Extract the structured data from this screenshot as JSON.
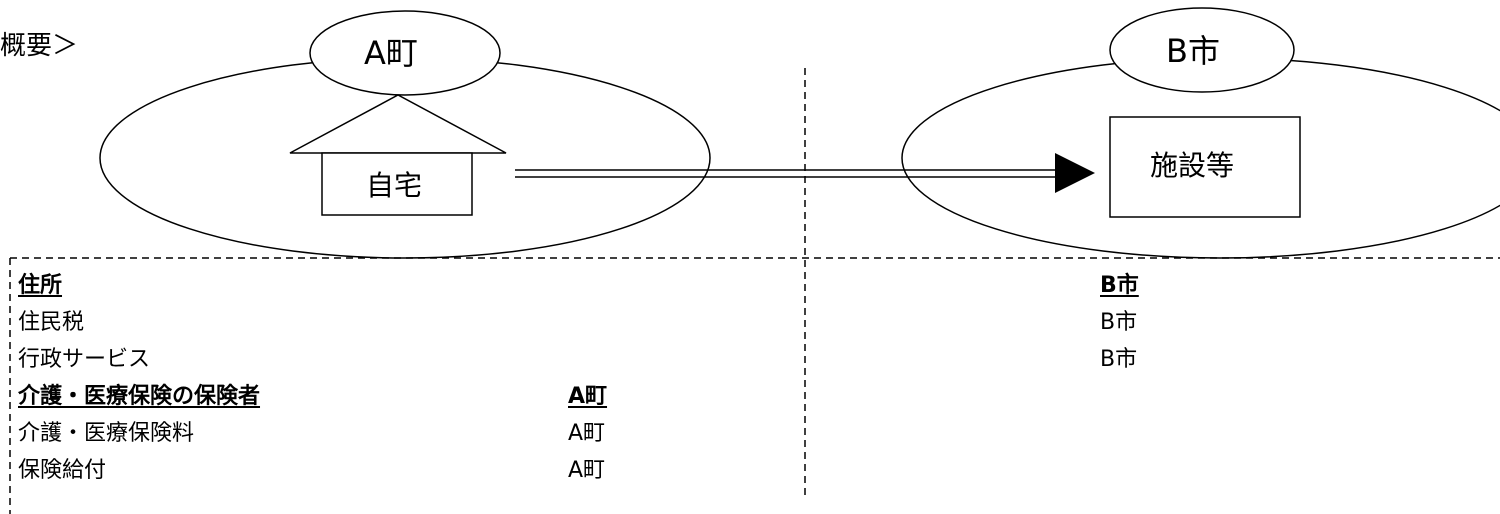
{
  "heading_fragment": "概要＞",
  "diagram": {
    "left_area_label": "A町",
    "right_area_label": "B市",
    "home_label": "自宅",
    "facility_label": "施設等"
  },
  "table": {
    "header_label": "住所",
    "header_value": "B市",
    "rows": [
      {
        "label": "住民税",
        "value": "B市"
      },
      {
        "label": "行政サービス",
        "value": "B市"
      },
      {
        "label": "介護・医療保険の保険者",
        "value": "A町"
      },
      {
        "label": "介護・医療保険料",
        "value": "A町"
      },
      {
        "label": "保険給付",
        "value": "A町"
      }
    ]
  }
}
